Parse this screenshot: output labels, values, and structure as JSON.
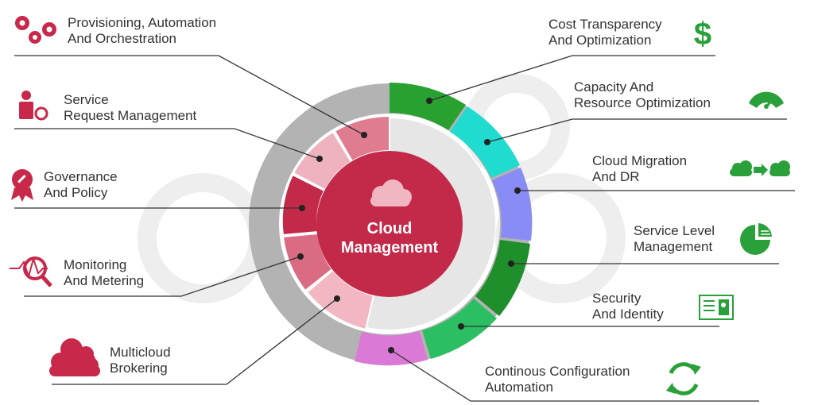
{
  "center": {
    "line1": "Cloud",
    "line2": "Management"
  },
  "left_items": [
    {
      "line1": "Provisioning, Automation",
      "line2": "And Orchestration",
      "icon": "gears-icon"
    },
    {
      "line1": "Service",
      "line2": "Request Management",
      "icon": "service-person-icon"
    },
    {
      "line1": "Governance",
      "line2": "And Policy",
      "icon": "badge-icon"
    },
    {
      "line1": "Monitoring",
      "line2": "And Metering",
      "icon": "magnifier-pulse-icon"
    },
    {
      "line1": "Multicloud",
      "line2": "Brokering",
      "icon": "clouds-icon"
    }
  ],
  "right_items": [
    {
      "line1": "Cost Transparency",
      "line2": "And Optimization",
      "icon": "dollar-icon"
    },
    {
      "line1": "Capacity And",
      "line2": "Resource Optimization",
      "icon": "gauge-icon"
    },
    {
      "line1": "Cloud Migration",
      "line2": "And DR",
      "icon": "cloud-migration-icon"
    },
    {
      "line1": "Service Level",
      "line2": "Management",
      "icon": "pie-chart-icon"
    },
    {
      "line1": "Security",
      "line2": "And Identity",
      "icon": "id-card-icon"
    },
    {
      "line1": "Continous Configuration",
      "line2": "Automation",
      "icon": "refresh-icon"
    }
  ],
  "colors": {
    "left_accent": "#c8284a",
    "right_accent": "#2aa03a",
    "outer_ring": "#b3b3b3",
    "inner_ring": "#e6e6e6",
    "center": "#c32a4a",
    "leader_line": "#333333"
  }
}
